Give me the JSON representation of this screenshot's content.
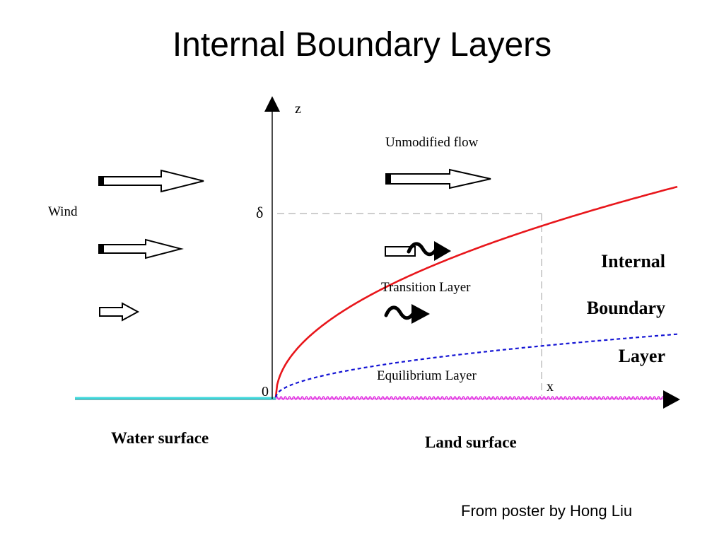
{
  "slide": {
    "title": "Internal Boundary Layers",
    "credit": "From poster by Hong Liu"
  },
  "diagram": {
    "axes": {
      "z_label": "z",
      "x_label": "x",
      "origin_label": "0",
      "delta_label": "δ"
    },
    "labels": {
      "wind": "Wind",
      "unmodified_flow": "Unmodified flow",
      "transition_layer": "Transition Layer",
      "equilibrium_layer": "Equilibrium Layer",
      "ibl_line1": "Internal",
      "ibl_line2": "Boundary",
      "ibl_line3": "Layer",
      "water_surface": "Water surface",
      "land_surface": "Land surface"
    },
    "colors": {
      "internal_boundary": "#e8161b",
      "equilibrium_boundary": "#1414d4",
      "water": "#3fd8dc",
      "land": "#e030e0",
      "guide": "#b0b0b0"
    }
  }
}
